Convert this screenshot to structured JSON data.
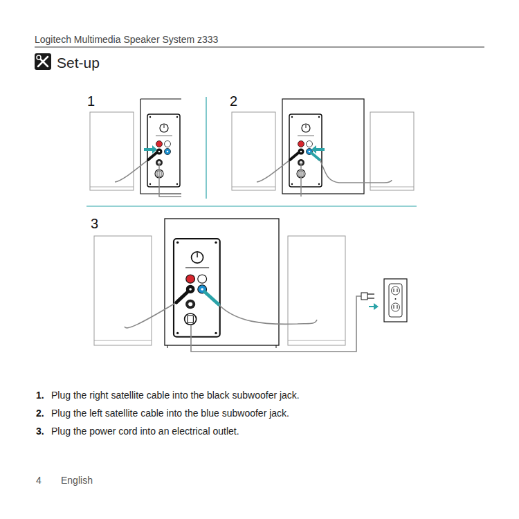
{
  "diagram": {
    "title": "Set-up",
    "labels": [
      "Logitech Multimedia Speaker System z333",
      "1",
      "2",
      "3",
      "1.",
      "Plug the right satellite cable into the black subwoofer jack.",
      "2.",
      "Plug the left satellite cable into the blue subwoofer jack.",
      "3.",
      "Plug the power cord into an electrical outlet.",
      "4",
      "English"
    ]
  }
}
